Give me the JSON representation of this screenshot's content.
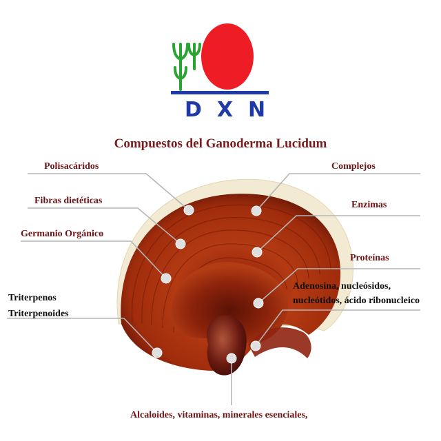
{
  "logo": {
    "text": "DXN",
    "icon": "dxn-logo-icon",
    "colors": {
      "sun": "#ee1c24",
      "plant": "#2aa532",
      "bar": "#1f3aa8",
      "text": "#1f3aa8"
    }
  },
  "title": "Compuestos del Ganoderma Lucidum",
  "labels": {
    "polisacaridos": "Polisacáridos",
    "fibras": "Fibras dietéticas",
    "germanio": "Germanio Orgánico",
    "triterpenos": "Triterpenos",
    "triterpenoides": "Triterpenoides",
    "complejos": "Complejos",
    "enzimas": "Enzimas",
    "proteinas": "Proteínas",
    "adenosina_line1": "Adenosina, nucleósidos,",
    "adenosina_line2": "nucleótidos, ácido ribonucleico",
    "alcaloides": "Alcaloides, vitaminas, minerales esenciales,"
  },
  "colors": {
    "label": "#6e1416",
    "leader_line": "#b5b5b5",
    "marker": "#e0e0e0",
    "mushroom_cap": "#a8310f",
    "mushroom_rim": "#f2ead2"
  }
}
